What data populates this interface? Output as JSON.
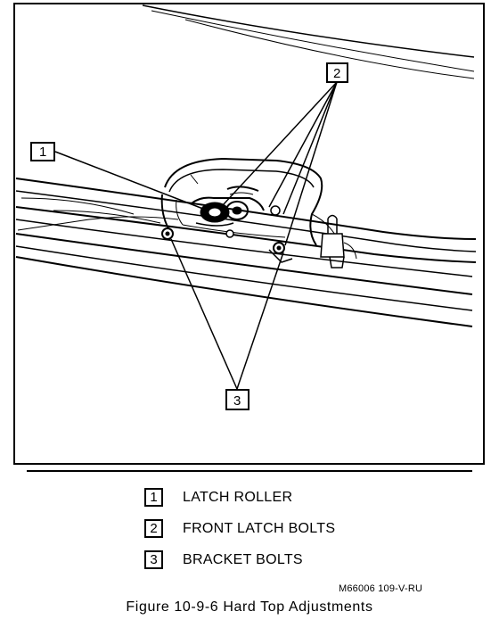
{
  "callouts": [
    {
      "number": "1"
    },
    {
      "number": "2"
    },
    {
      "number": "3"
    }
  ],
  "legend": [
    {
      "number": "1",
      "label": "LATCH ROLLER"
    },
    {
      "number": "2",
      "label": "FRONT LATCH BOLTS"
    },
    {
      "number": "3",
      "label": "BRACKET BOLTS"
    }
  ],
  "figure_code": "M66006 109-V-RU",
  "caption": "Figure 10-9-6 Hard Top Adjustments"
}
